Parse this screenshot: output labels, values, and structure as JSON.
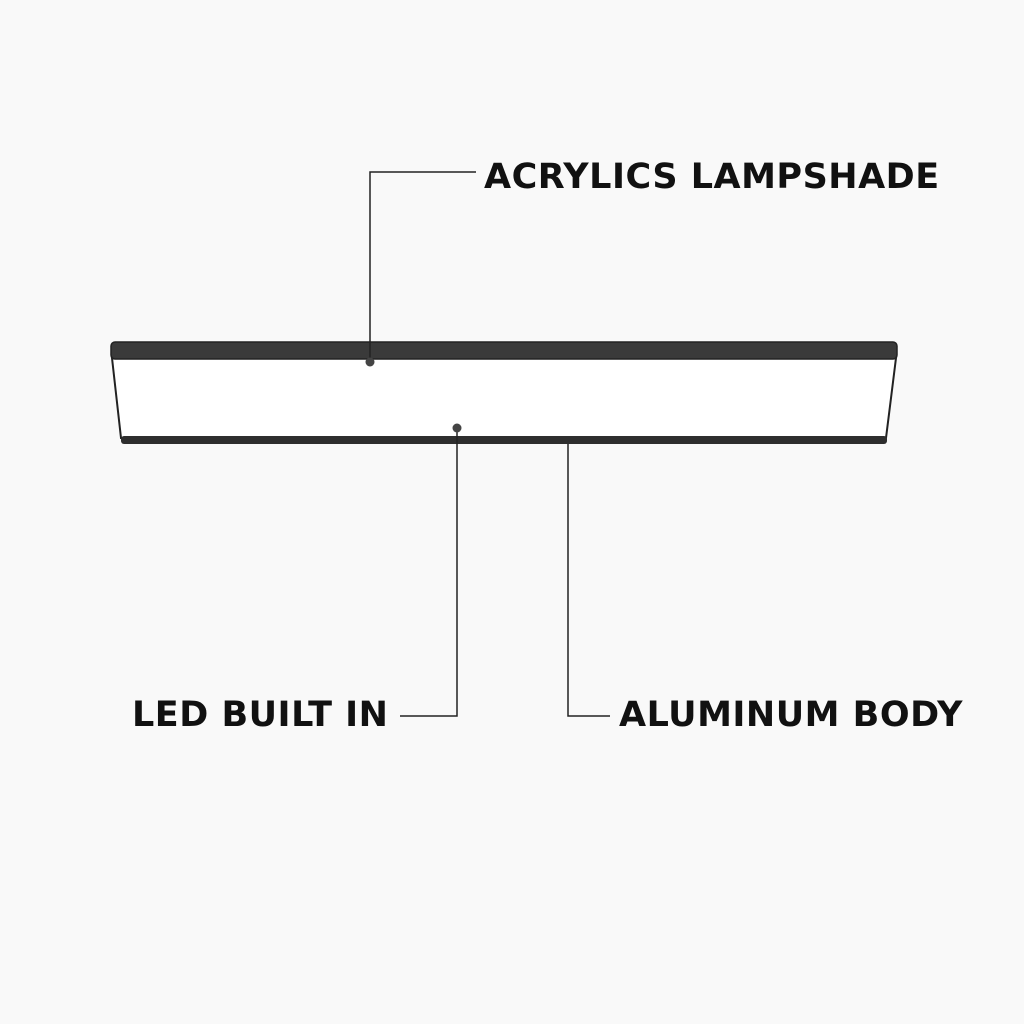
{
  "labels": {
    "lampshade": "ACRYLICS LAMPSHADE",
    "led": "LED BUILT IN",
    "body": "ALUMINUM BODY"
  },
  "colors": {
    "background": "#f9f9f9",
    "outline": "#222222",
    "rim": "#3a3a3a",
    "panel": "#ffffff",
    "leader": "#222222",
    "text": "#111111"
  }
}
